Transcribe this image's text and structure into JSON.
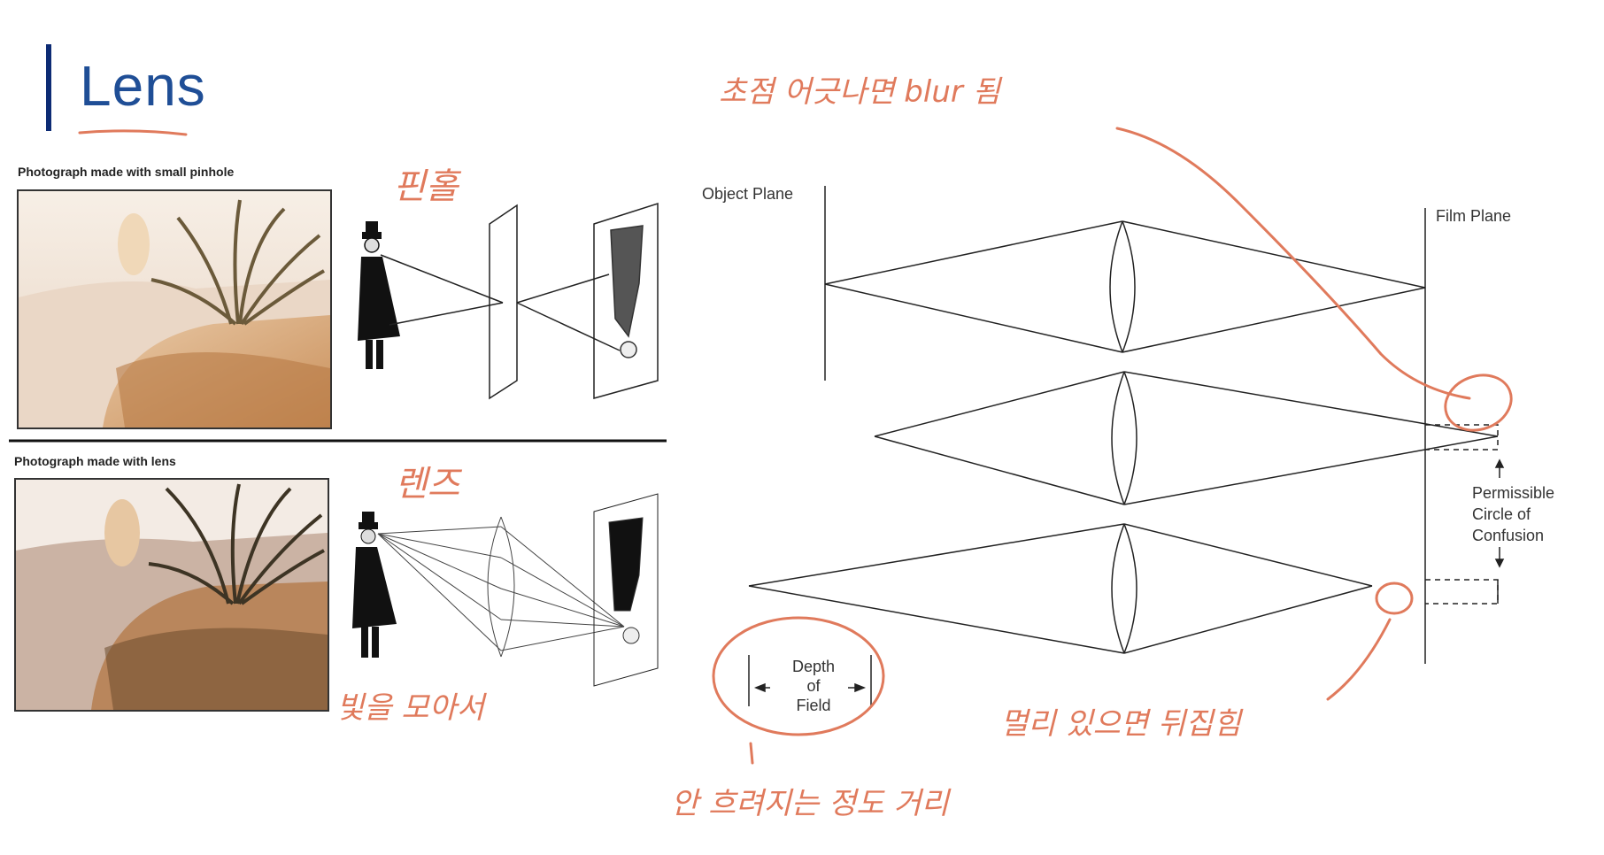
{
  "title": "Lens",
  "captions": {
    "pinhole": "Photograph made with small pinhole",
    "lens": "Photograph made with lens"
  },
  "diagram": {
    "object_plane": "Object Plane",
    "film_plane": "Film Plane",
    "coc_1": "Permissible",
    "coc_2": "Circle of",
    "coc_3": "Confusion",
    "dof_1": "Depth",
    "dof_2": "of",
    "dof_3": "Field"
  },
  "annotations": {
    "pinhole": "핀홀",
    "lens": "렌즈",
    "gather": "빛을 모아서",
    "blur": "초점 어긋나면 blur 됨",
    "far": "멀리 있으면 뒤집힘",
    "dof_note": "안 흐려지는 정도 거리"
  },
  "colors": {
    "title_blue": "#1f4e96",
    "bar_navy": "#0d2b74",
    "annotation": "#e07a5c"
  }
}
